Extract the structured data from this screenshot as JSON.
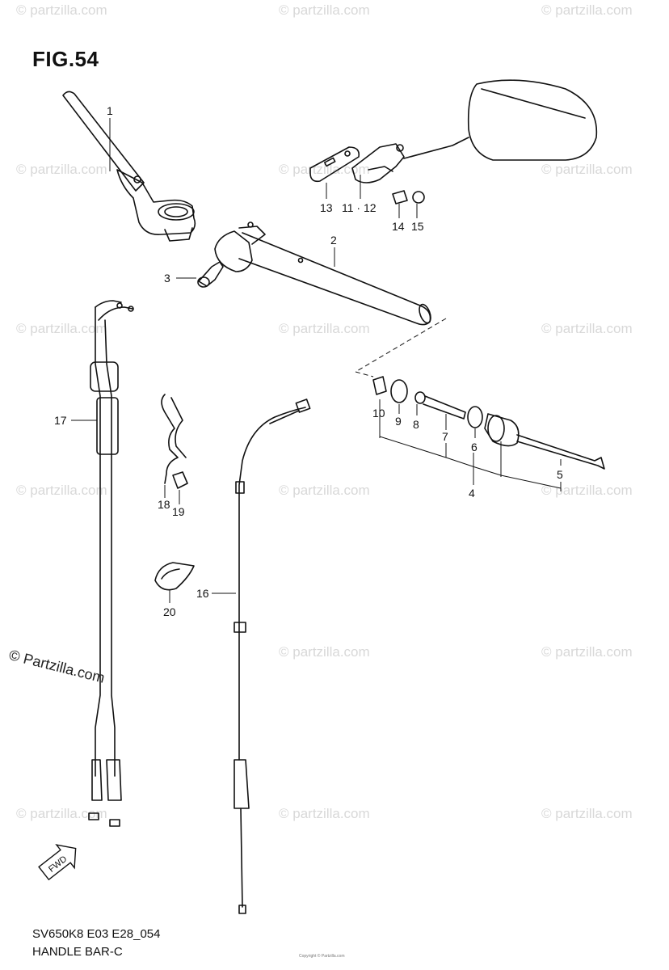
{
  "figure": {
    "title": "FIG.54",
    "code": "SV650K8 E03 E28_054",
    "name": "HANDLE BAR-C"
  },
  "callouts": [
    {
      "id": "c1",
      "text": "1"
    },
    {
      "id": "c2",
      "text": "2"
    },
    {
      "id": "c3",
      "text": "3"
    },
    {
      "id": "c4",
      "text": "4"
    },
    {
      "id": "c5",
      "text": "5"
    },
    {
      "id": "c6",
      "text": "6"
    },
    {
      "id": "c7",
      "text": "7"
    },
    {
      "id": "c8",
      "text": "8"
    },
    {
      "id": "c9",
      "text": "9"
    },
    {
      "id": "c10",
      "text": "10"
    },
    {
      "id": "c11",
      "text": "11 · 12"
    },
    {
      "id": "c13",
      "text": "13"
    },
    {
      "id": "c14",
      "text": "14"
    },
    {
      "id": "c15",
      "text": "15"
    },
    {
      "id": "c16",
      "text": "16"
    },
    {
      "id": "c17",
      "text": "17"
    },
    {
      "id": "c18",
      "text": "18"
    },
    {
      "id": "c19",
      "text": "19"
    },
    {
      "id": "c20",
      "text": "20"
    }
  ],
  "watermark": {
    "text": "© partzilla.com"
  },
  "copyright_large": "© Partzilla.com",
  "front_marker": "FWD",
  "fine_print": "Copyright © Partzilla.com"
}
